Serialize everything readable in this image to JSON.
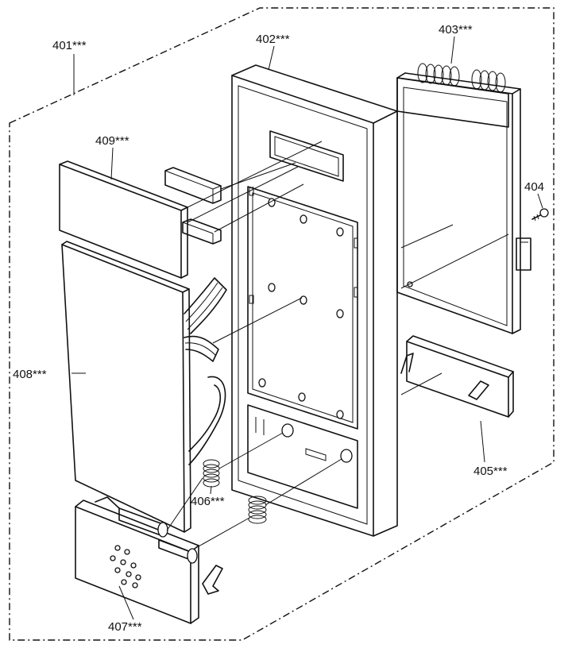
{
  "parts": [
    {
      "id": "401",
      "label": "401***"
    },
    {
      "id": "402",
      "label": "402***"
    },
    {
      "id": "403",
      "label": "403***"
    },
    {
      "id": "404",
      "label": "404"
    },
    {
      "id": "405",
      "label": "405***"
    },
    {
      "id": "406",
      "label": "406***"
    },
    {
      "id": "407",
      "label": "407***"
    },
    {
      "id": "408",
      "label": "408***"
    },
    {
      "id": "409",
      "label": "409***"
    }
  ]
}
